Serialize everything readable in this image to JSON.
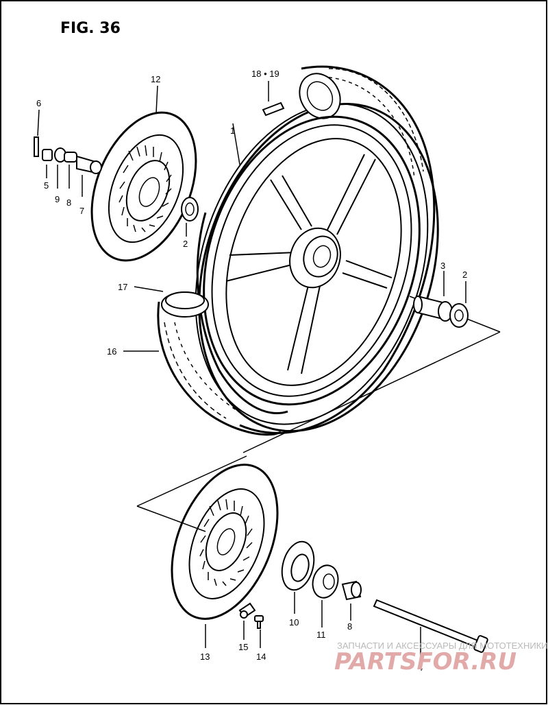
{
  "figure": {
    "title": "FIG. 36"
  },
  "callouts": {
    "c1": "1",
    "c2a": "2",
    "c2b": "2",
    "c3": "3",
    "c4": "4",
    "c5": "5",
    "c6": "6",
    "c7": "7",
    "c8a": "8",
    "c8b": "8",
    "c9": "9",
    "c10": "10",
    "c11": "11",
    "c12": "12",
    "c13": "13",
    "c14": "14",
    "c15": "15",
    "c16": "16",
    "c17": "17",
    "c18_19": "18 • 19"
  },
  "watermark": {
    "caption": "ЗАПЧАСТИ И АКСЕССУАРЫ ДЛЯ МОТОТЕХНИКИ",
    "logo_text": "PARTSFOR.RU"
  }
}
